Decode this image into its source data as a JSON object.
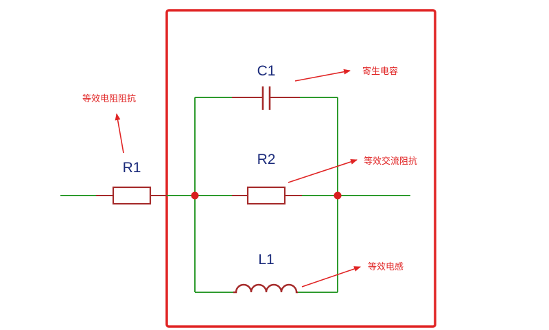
{
  "components": {
    "r1": "R1",
    "r2": "R2",
    "c1": "C1",
    "l1": "L1"
  },
  "annotations": {
    "r1_note": "等效电阻阻抗",
    "c1_note": "寄生电容",
    "r2_note": "等效交流阻抗",
    "l1_note": "等效电感"
  },
  "colors": {
    "wire": "#2e9b2e",
    "component": "#a52a2a",
    "box": "#e02424",
    "node": "#d81e1e",
    "label": "#1a2a7a",
    "annotation": "#e02424"
  }
}
